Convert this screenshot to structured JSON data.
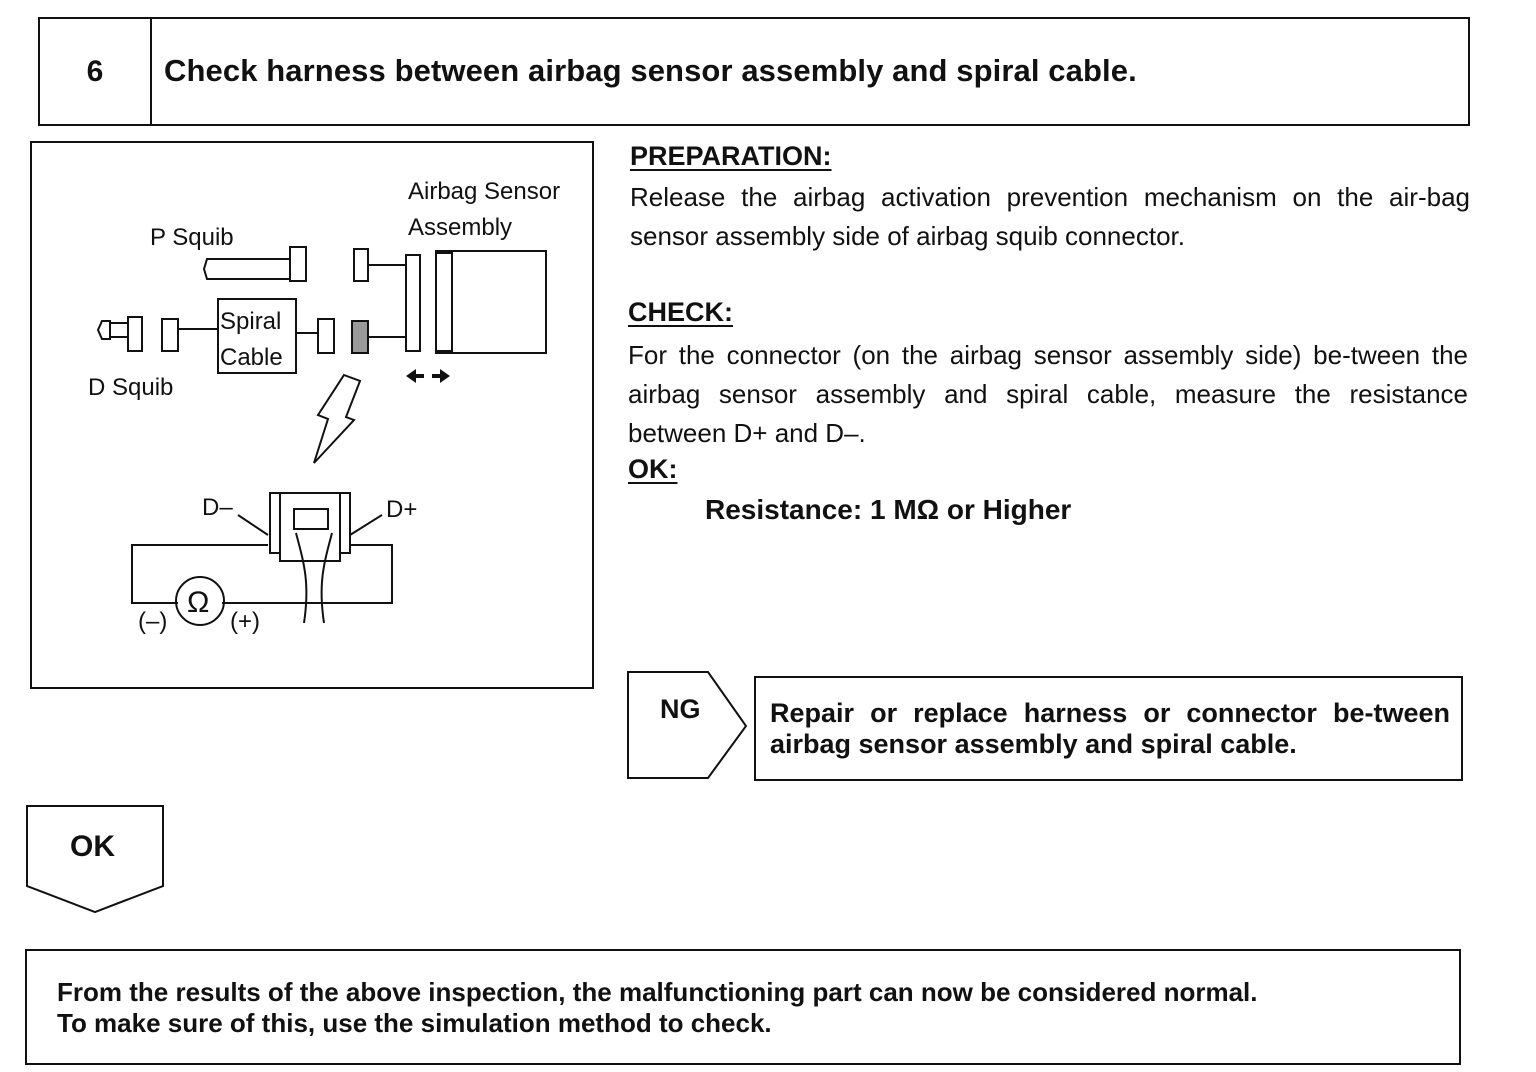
{
  "step": {
    "number": "6",
    "title": "Check harness between airbag sensor assembly and spiral cable."
  },
  "diagram": {
    "labels": {
      "airbag_sensor_line1": "Airbag Sensor",
      "airbag_sensor_line2": "Assembly",
      "p_squib": "P Squib",
      "d_squib": "D Squib",
      "spiral_line1": "Spiral",
      "spiral_line2": "Cable",
      "d_minus": "D–",
      "d_plus": "D+",
      "ohm": "Ω",
      "probe_minus": "(–)",
      "probe_plus": "(+)"
    }
  },
  "preparation": {
    "heading": "PREPARATION:",
    "text": "Release the airbag activation prevention mechanism on the air-bag sensor assembly side of airbag squib connector."
  },
  "check": {
    "heading": "CHECK:",
    "text": "For the connector (on the airbag sensor assembly side) be-tween the airbag sensor assembly and spiral cable, measure the resistance between D+ and D–."
  },
  "ok": {
    "heading": "OK:",
    "spec": "Resistance: 1 MΩ or Higher"
  },
  "ng_branch": {
    "label": "NG",
    "action": "Repair or replace harness or connector be-tween airbag sensor assembly and spiral cable."
  },
  "ok_branch": {
    "label": "OK"
  },
  "result": {
    "line1": "From the results of the above inspection, the malfunctioning part can now be considered normal.",
    "line2": "To make sure of this, use the simulation method to check."
  }
}
